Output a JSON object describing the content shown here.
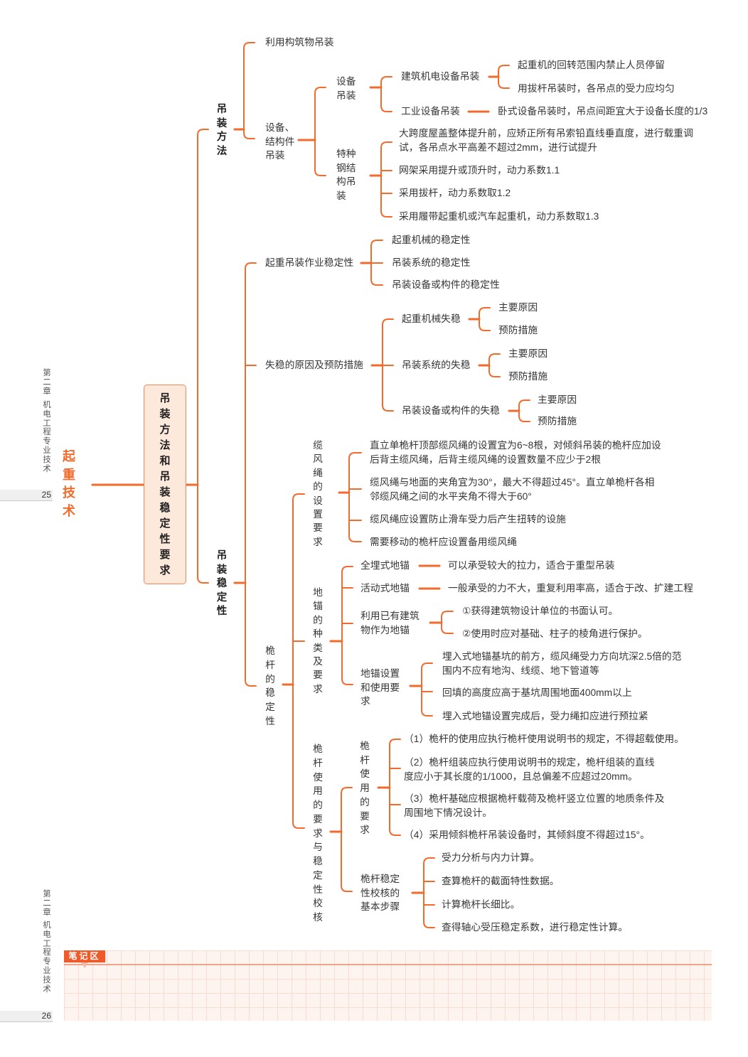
{
  "margin": {
    "section_title": "起重技术",
    "pages": [
      {
        "chapter_prefix": "第二章",
        "chapter_title": "机电工程专业技术",
        "page_number": "25"
      },
      {
        "chapter_prefix": "第二章",
        "chapter_title": "机电工程专业技术",
        "page_number": "26"
      }
    ]
  },
  "mindmap": {
    "root": "吊装方法和吊装稳定性要求",
    "methods": {
      "label": "吊装方法",
      "structure_hoisting": "利用构筑物吊装",
      "equipment_structure": {
        "label": "设备、结构件吊装",
        "equipment": {
          "label": "设备吊装",
          "building_mep": {
            "label": "建筑机电设备吊装",
            "items": [
              "起重机的回转范围内禁止人员停留",
              "用拔杆吊装时，各吊点的受力应均匀"
            ]
          },
          "industrial": {
            "label": "工业设备吊装",
            "note": "卧式设备吊装时，吊点间距宜大于设备长度的1/3"
          }
        },
        "special_steel": {
          "label": "特种钢结构吊装",
          "items": [
            "大跨度屋盖整体提升前，应矫正所有吊索铅直线垂直度，进行载重调试，各吊点水平高差不超过2mm，进行试提升",
            "网架采用提升或顶升时，动力系数1.1",
            "采用拔杆，动力系数取1.2",
            "采用履带起重机或汽车起重机，动力系数取1.3"
          ]
        }
      }
    },
    "stability": {
      "label": "吊装稳定性",
      "operation": {
        "label": "起重吊装作业稳定性",
        "items": [
          "起重机械的稳定性",
          "吊装系统的稳定性",
          "吊装设备或构件的稳定性"
        ]
      },
      "instability": {
        "label": "失稳的原因及预防措施",
        "groups": [
          {
            "label": "起重机械失稳",
            "items": [
              "主要原因",
              "预防措施"
            ]
          },
          {
            "label": "吊装系统的失稳",
            "items": [
              "主要原因",
              "预防措施"
            ]
          },
          {
            "label": "吊装设备或构件的失稳",
            "items": [
              "主要原因",
              "预防措施"
            ]
          }
        ]
      },
      "mast": {
        "label": "桅杆的稳定性",
        "guy_ropes": {
          "label": "缆风绳的设置要求",
          "items": [
            "直立单桅杆顶部缆风绳的设置宜为6~8根，对倾斜吊装的桅杆应加设后背主缆风绳，后背主缆风绳的设置数量不应少于2根",
            "缆风绳与地面的夹角宜为30°，最大不得超过45°。直立单桅杆各相邻缆风绳之间的水平夹角不得大于60°",
            "缆风绳应设置防止滑车受力后产生扭转的设施",
            "需要移动的桅杆应设置备用缆风绳"
          ]
        },
        "anchors": {
          "label": "地锚的种类及要求",
          "types": [
            {
              "label": "全埋式地锚",
              "note": "可以承受较大的拉力，适合于重型吊装"
            },
            {
              "label": "活动式地锚",
              "note": "一般承受的力不大，重复利用率高，适合于改、扩建工程"
            }
          ],
          "building": {
            "label": "利用已有建筑物作为地锚",
            "items": [
              "①获得建筑物设计单位的书面认可。",
              "②使用时应对基础、柱子的棱角进行保护。"
            ]
          },
          "setup": {
            "label": "地锚设置和使用要求",
            "items": [
              "埋入式地锚基坑的前方，缆风绳受力方向坑深2.5倍的范围内不应有地沟、线缆、地下管道等",
              "回填的高度应高于基坑周围地面400mm以上",
              "埋入式地锚设置完成后，受力绳扣应进行预拉紧"
            ]
          }
        },
        "usage": {
          "label": "桅杆使用的要求与稳定性校核",
          "requirements": {
            "label": "桅杆使用的要求",
            "items": [
              "（1）桅杆的使用应执行桅杆使用说明书的规定，不得超载使用。",
              "（2）桅杆组装应执行使用说明书的规定，桅杆组装的直线度应小于其长度的1/1000，且总偏差不应超过20mm。",
              "（3）桅杆基础应根据桅杆载荷及桅杆竖立位置的地质条件及周围地下情况设计。",
              "（4）采用倾斜桅杆吊装设备时，其倾斜度不得超过15°。"
            ]
          },
          "check": {
            "label": "桅杆稳定性校核的基本步骤",
            "items": [
              "受力分析与内力计算。",
              "查算桅杆的截面特性数据。",
              "计算桅杆长细比。",
              "查得轴心受压稳定系数，进行稳定性计算。"
            ]
          }
        }
      }
    }
  },
  "notes": {
    "label": "笔记区"
  },
  "colors": {
    "accent": "#f26b2d",
    "root_fill": "#fde8dc",
    "notes_tab": "#ee5a29",
    "notes_bg": "#fdf3ef",
    "text": "#363636"
  }
}
